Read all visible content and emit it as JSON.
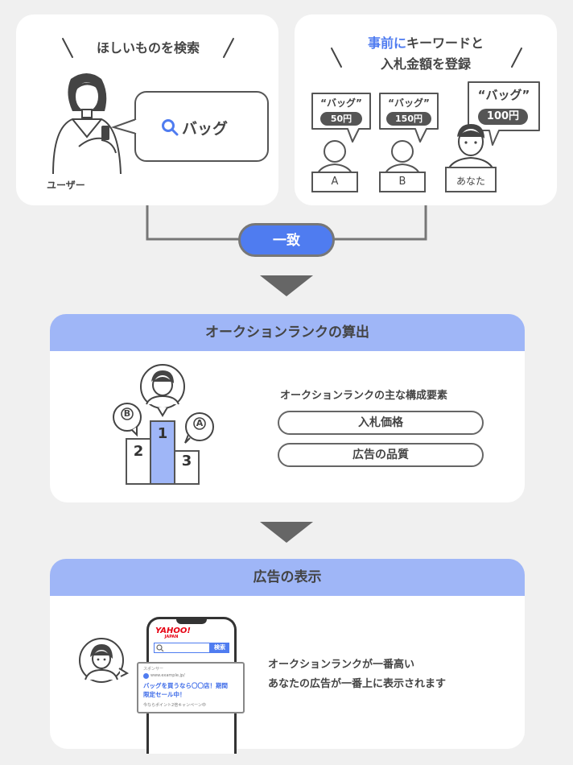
{
  "top_left": {
    "heading": "ほしいものを検索",
    "search_text": "バッグ",
    "user_label": "ユーザー"
  },
  "top_right": {
    "heading_highlight": "事前に",
    "heading_rest": "キーワードと",
    "heading_line2": "入札金額を登録",
    "bidders": [
      {
        "keyword": "“バッグ”",
        "amount": "50円",
        "label": "A"
      },
      {
        "keyword": "“バッグ”",
        "amount": "150円",
        "label": "B"
      },
      {
        "keyword": "“バッグ”",
        "amount": "100円",
        "label": "あなた"
      }
    ]
  },
  "match_label": "一致",
  "section2": {
    "title": "オークションランクの算出",
    "subtitle": "オークションランクの主な構成要素",
    "factors": [
      "入札価格",
      "広告の品質"
    ],
    "podium": [
      "2",
      "1",
      "3"
    ],
    "badges": [
      "B",
      "A"
    ]
  },
  "section3": {
    "title": "広告の表示",
    "description_line1": "オークションランクが一番高い",
    "description_line2": "あなたの広告が一番上に表示されます",
    "phone": {
      "logo": "YAHOO!",
      "logo_sub": "JAPAN",
      "search_button": "検索",
      "sponsor": "スポンサー",
      "ad_url": "www.example.jp/",
      "ad_title_line1": "バッグを買うなら〇〇店！期間",
      "ad_title_line2": "限定セール中！",
      "ad_desc": "今ならポイント2倍キャンペーン中"
    }
  },
  "colors": {
    "accent": "#4f7cf0",
    "banner": "#9fb6f7",
    "podium_first": "#9fb6f7"
  }
}
